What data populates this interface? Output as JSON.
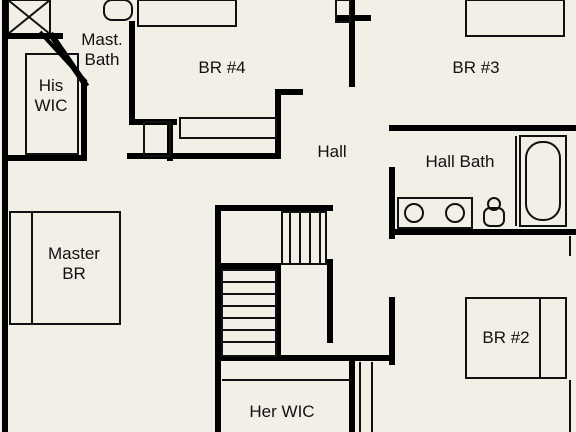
{
  "plan": {
    "colors": {
      "background": "#f1efe6",
      "wall": "#000000",
      "line": "#111111"
    },
    "rooms": {
      "mast_bath": [
        "Mast.",
        "Bath"
      ],
      "his_wic": [
        "His",
        "WIC"
      ],
      "br4": "BR #4",
      "br3": "BR #3",
      "hall": "Hall",
      "hall_bath": "Hall Bath",
      "master_br": [
        "Master",
        "BR"
      ],
      "br2": "BR #2",
      "her_wic": "Her WIC"
    }
  }
}
